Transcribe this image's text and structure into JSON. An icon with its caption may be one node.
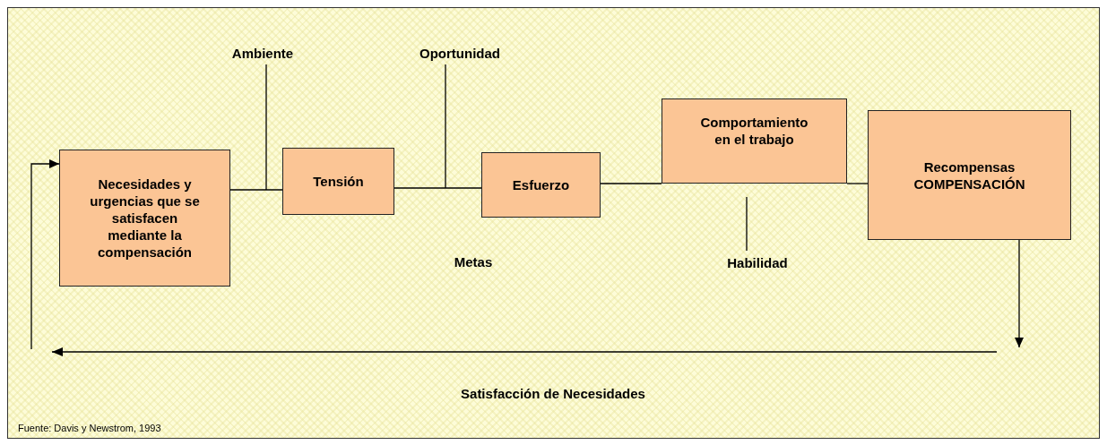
{
  "diagram": {
    "nodes": [
      {
        "text": [
          "Necesidades y urgencias que se satisfacen mediante la compensación"
        ]
      },
      {
        "text": [
          "Tensión"
        ]
      },
      {
        "text": [
          "Esfuerzo"
        ]
      },
      {
        "text": [
          "Comportamiento en el trabajo"
        ]
      },
      {
        "text": [
          "Recompensas COMPENSACIÓN"
        ]
      },
      {
        "text": [
          "Ambiente"
        ]
      },
      {
        "text": [
          "Oportunidad"
        ]
      },
      {
        "text": [
          "Habilidad"
        ]
      }
    ],
    "edges": [
      {
        "from": 0,
        "to": 1,
        "arrow": "none"
      },
      {
        "from": 1,
        "to": 2,
        "arrow": "none"
      },
      {
        "from": 2,
        "to": 3,
        "arrow": "none"
      },
      {
        "from": 3,
        "to": 4,
        "arrow": "none"
      },
      {
        "from": 4,
        "to": null,
        "arrow": "to"
      },
      {
        "from": null,
        "to": 0,
        "arrow": "to"
      },
      {
        "from": 5,
        "to": null,
        "arrow": "none"
      },
      {
        "from": 6,
        "to": null,
        "arrow": "none"
      },
      {
        "from": 7,
        "to": null,
        "arrow": "none"
      }
    ],
    "labels": [
      "Metas",
      "Satisfacción de Necesidades",
      "Fuente: Davis y Newstrom, 1993"
    ]
  }
}
